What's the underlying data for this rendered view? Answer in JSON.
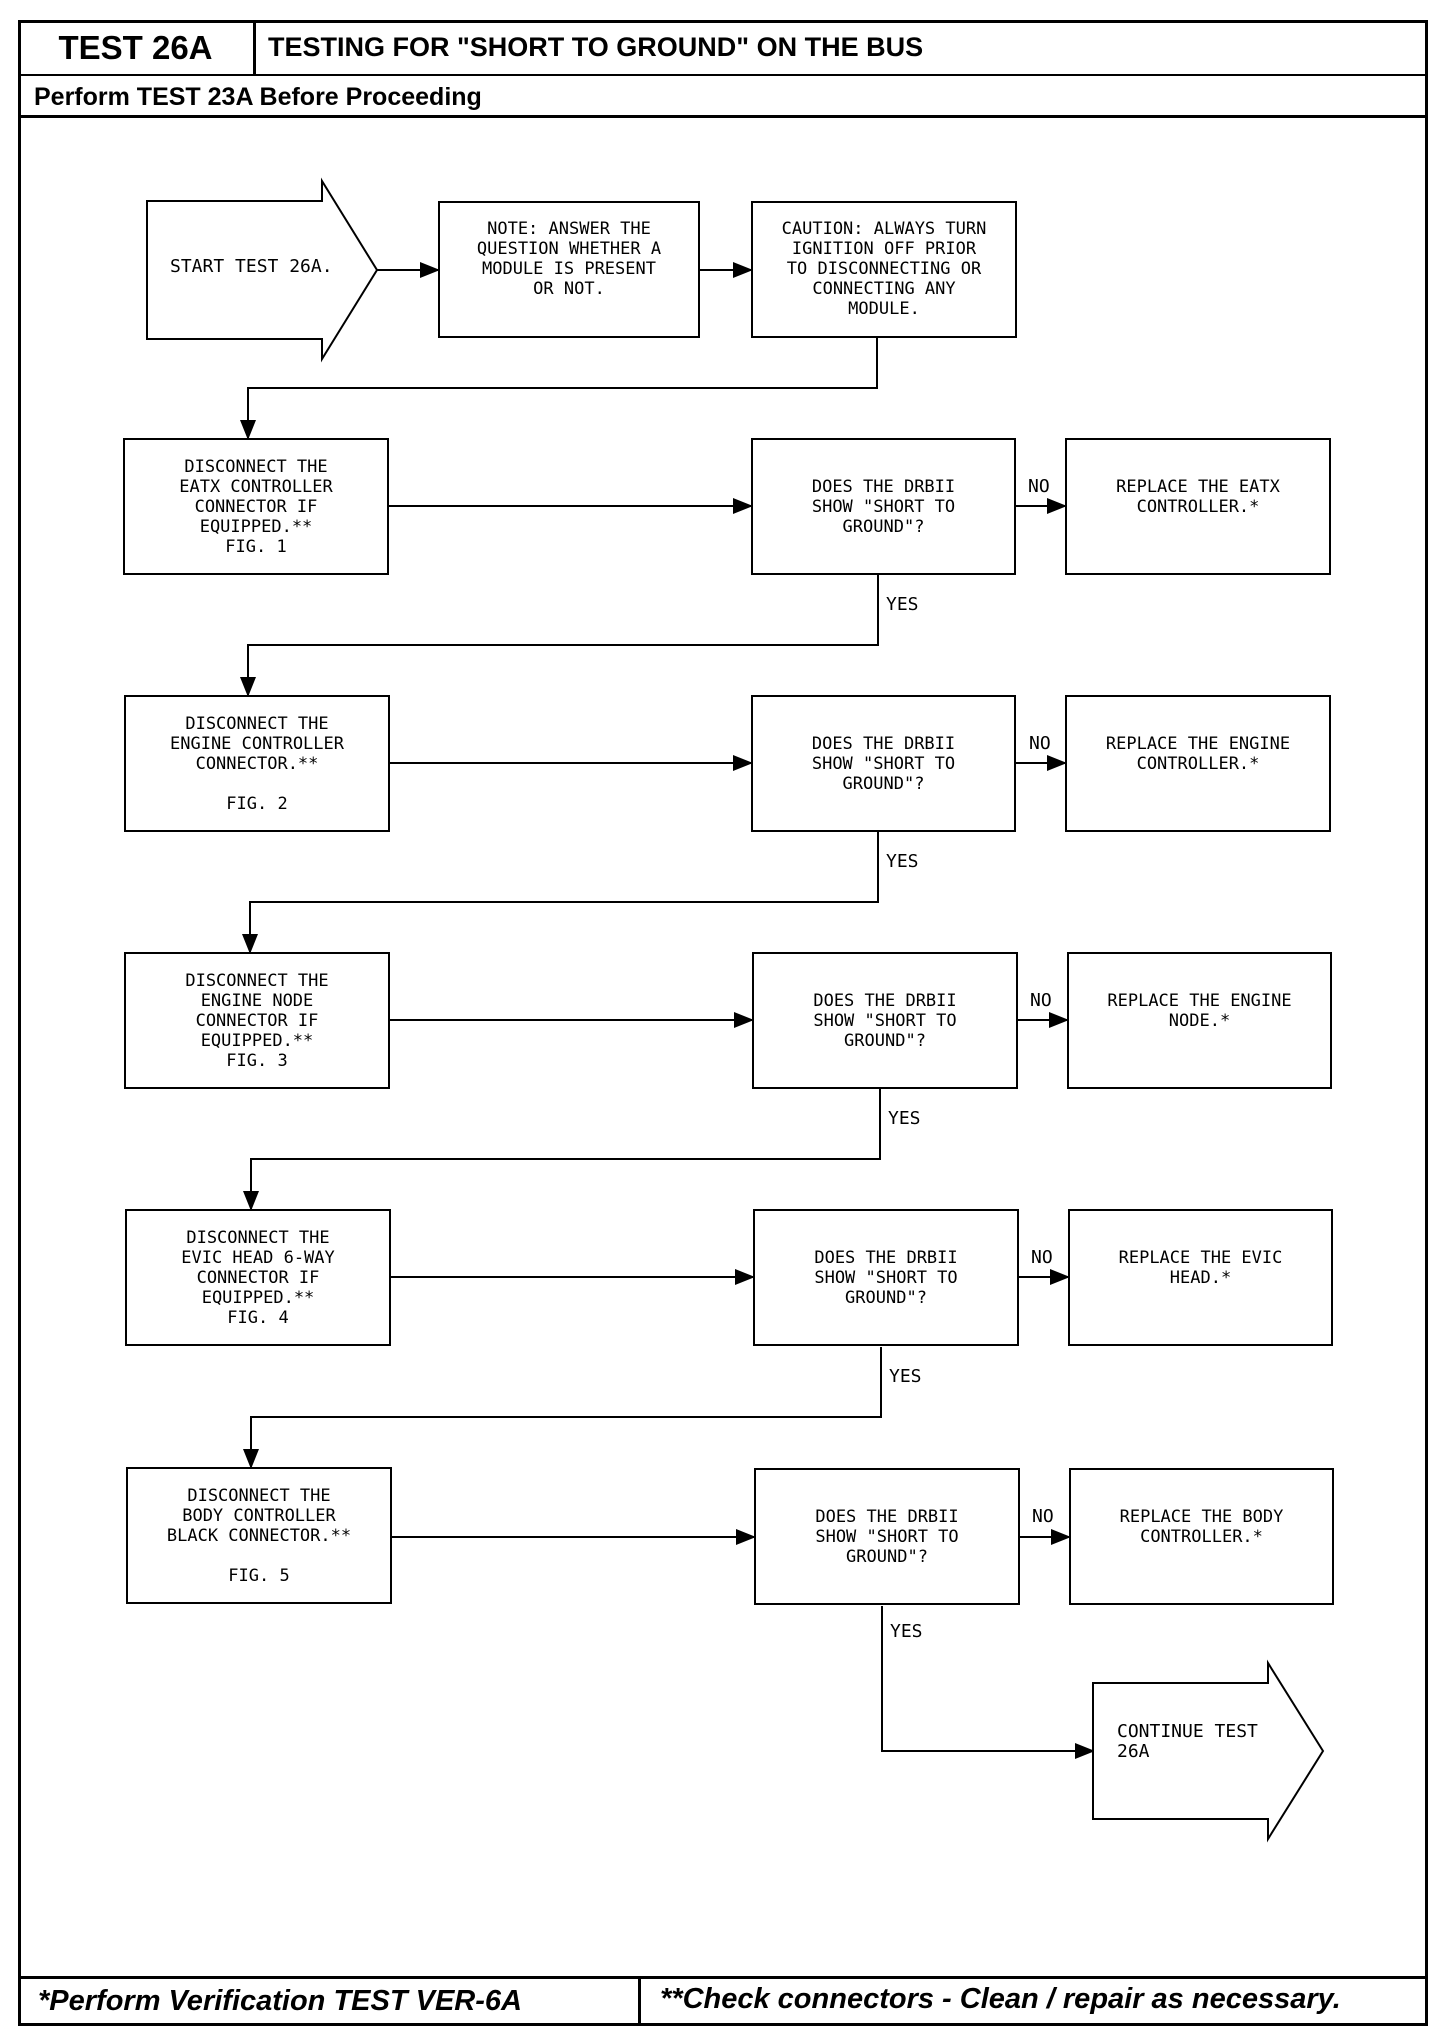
{
  "header": {
    "test_id": "TEST 26A",
    "title": "TESTING FOR \"SHORT TO GROUND\" ON THE BUS",
    "prerequisite": "Perform TEST 23A Before Proceeding"
  },
  "flow": {
    "start": "START TEST 26A.",
    "note": "NOTE: ANSWER THE\nQUESTION WHETHER A\nMODULE IS PRESENT\nOR NOT.",
    "caution": "CAUTION: ALWAYS TURN\nIGNITION OFF PRIOR\nTO DISCONNECTING OR\nCONNECTING ANY\nMODULE.",
    "steps": [
      {
        "action": "DISCONNECT THE\nEATX CONTROLLER\nCONNECTOR IF\nEQUIPPED.**\nFIG. 1",
        "question": "DOES THE DRBII\nSHOW \"SHORT TO\nGROUND\"?",
        "no_label": "NO",
        "result": "REPLACE THE EATX\nCONTROLLER.*",
        "yes_label": "YES"
      },
      {
        "action": "DISCONNECT THE\nENGINE CONTROLLER\nCONNECTOR.**\n\nFIG. 2",
        "question": "DOES THE DRBII\nSHOW \"SHORT TO\nGROUND\"?",
        "no_label": "NO",
        "result": "REPLACE THE ENGINE\nCONTROLLER.*",
        "yes_label": "YES"
      },
      {
        "action": "DISCONNECT THE\nENGINE NODE\nCONNECTOR IF\nEQUIPPED.**\nFIG. 3",
        "question": "DOES THE DRBII\nSHOW \"SHORT TO\nGROUND\"?",
        "no_label": "NO",
        "result": "REPLACE THE ENGINE\nNODE.*",
        "yes_label": "YES"
      },
      {
        "action": "DISCONNECT THE\nEVIC HEAD 6-WAY\nCONNECTOR IF\nEQUIPPED.**\nFIG. 4",
        "question": "DOES THE DRBII\nSHOW \"SHORT TO\nGROUND\"?",
        "no_label": "NO",
        "result": "REPLACE THE EVIC\nHEAD.*",
        "yes_label": "YES"
      },
      {
        "action": "DISCONNECT THE\nBODY CONTROLLER\nBLACK CONNECTOR.**\n\nFIG. 5",
        "question": "DOES THE DRBII\nSHOW \"SHORT TO\nGROUND\"?",
        "no_label": "NO",
        "result": "REPLACE THE BODY\nCONTROLLER.*",
        "yes_label": "YES"
      }
    ],
    "continue": "CONTINUE TEST\n26A"
  },
  "footer": {
    "left": "*Perform Verification TEST VER-6A",
    "right": "**Check connectors - Clean / repair as necessary."
  }
}
